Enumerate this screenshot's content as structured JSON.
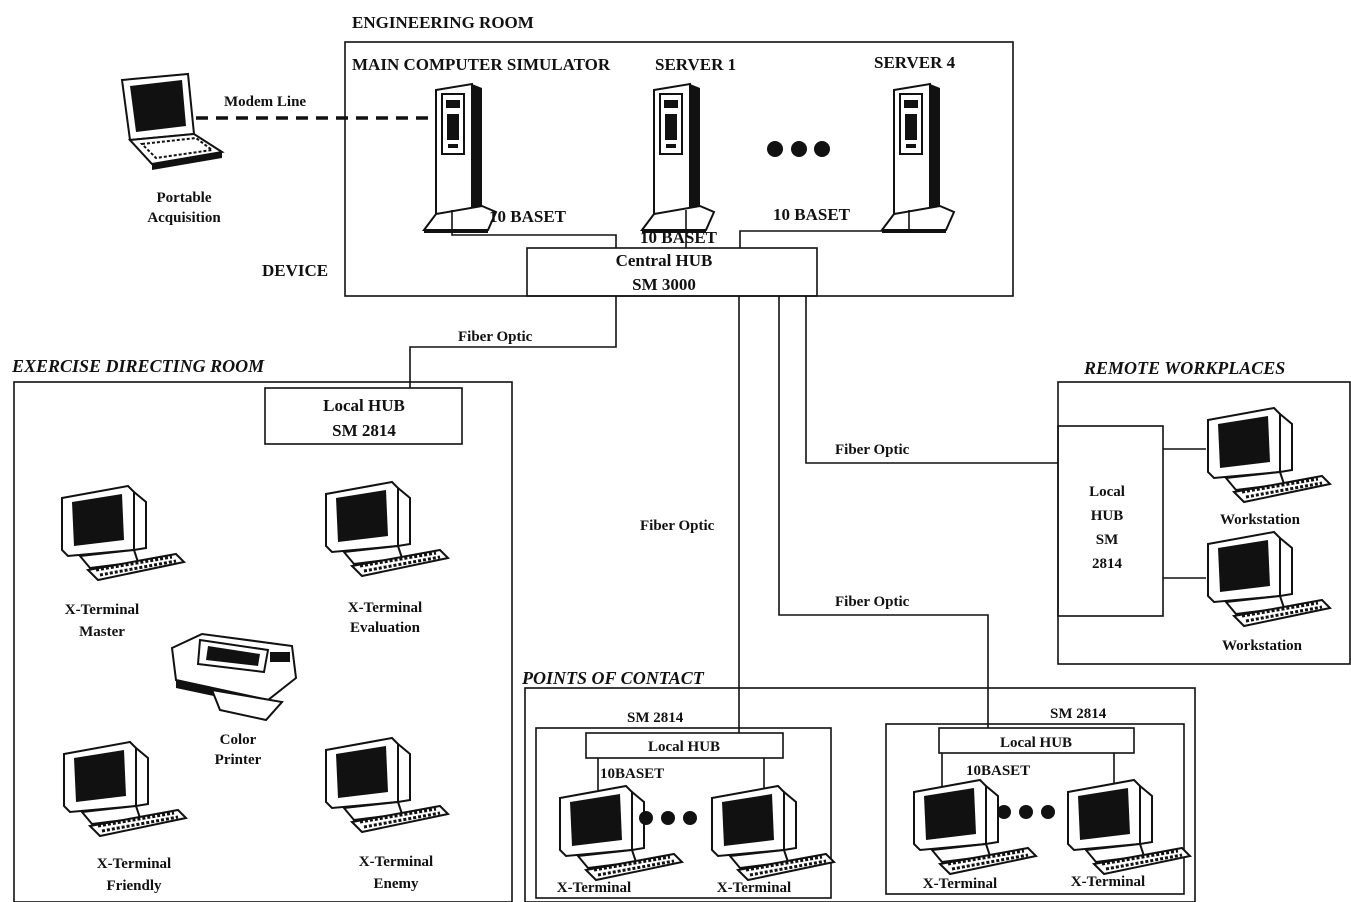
{
  "engineering_room": {
    "title": "ENGINEERING ROOM",
    "main_computer": "MAIN COMPUTER SIMULATOR",
    "server1": "SERVER 1",
    "server4": "SERVER 4",
    "baset_left": "10 BASET",
    "baset_center": "10 BASET",
    "baset_right": "10 BASET",
    "hub_line1": "Central HUB",
    "hub_line2": "SM 3000",
    "device": "DEVICE"
  },
  "portable": {
    "line1": "Portable",
    "line2": "Acquisition",
    "modem": "Modem Line"
  },
  "links": {
    "fiber_exercise": "Fiber Optic",
    "fiber_remote": "Fiber Optic",
    "fiber_points": "Fiber Optic",
    "fiber_points2": "Fiber Optic"
  },
  "exercise_room": {
    "title": "EXERCISE DIRECTING ROOM",
    "hub_line1": "Local HUB",
    "hub_line2": "SM 2814",
    "master_line1": "X-Terminal",
    "master_line2": "Master",
    "eval_line1": "X-Terminal",
    "eval_line2": "Evaluation",
    "printer_line1": "Color",
    "printer_line2": "Printer",
    "friendly_line1": "X-Terminal",
    "friendly_line2": "Friendly",
    "enemy_line1": "X-Terminal",
    "enemy_line2": "Enemy"
  },
  "remote": {
    "title": "REMOTE WORKPLACES",
    "hub_l1": "Local",
    "hub_l2": "HUB",
    "hub_l3": "SM",
    "hub_l4": "2814",
    "ws1": "Workstation",
    "ws2": "Workstation"
  },
  "points": {
    "title": "POINTS OF CONTACT",
    "left_sm": "SM 2814",
    "left_hub": "Local HUB",
    "left_baset": "10BASET",
    "left_term1": "X-Terminal",
    "left_term2": "X-Terminal",
    "right_sm": "SM 2814",
    "right_hub": "Local HUB",
    "right_baset": "10BASET",
    "right_term1": "X-Terminal",
    "right_term2": "X-Terminal"
  }
}
